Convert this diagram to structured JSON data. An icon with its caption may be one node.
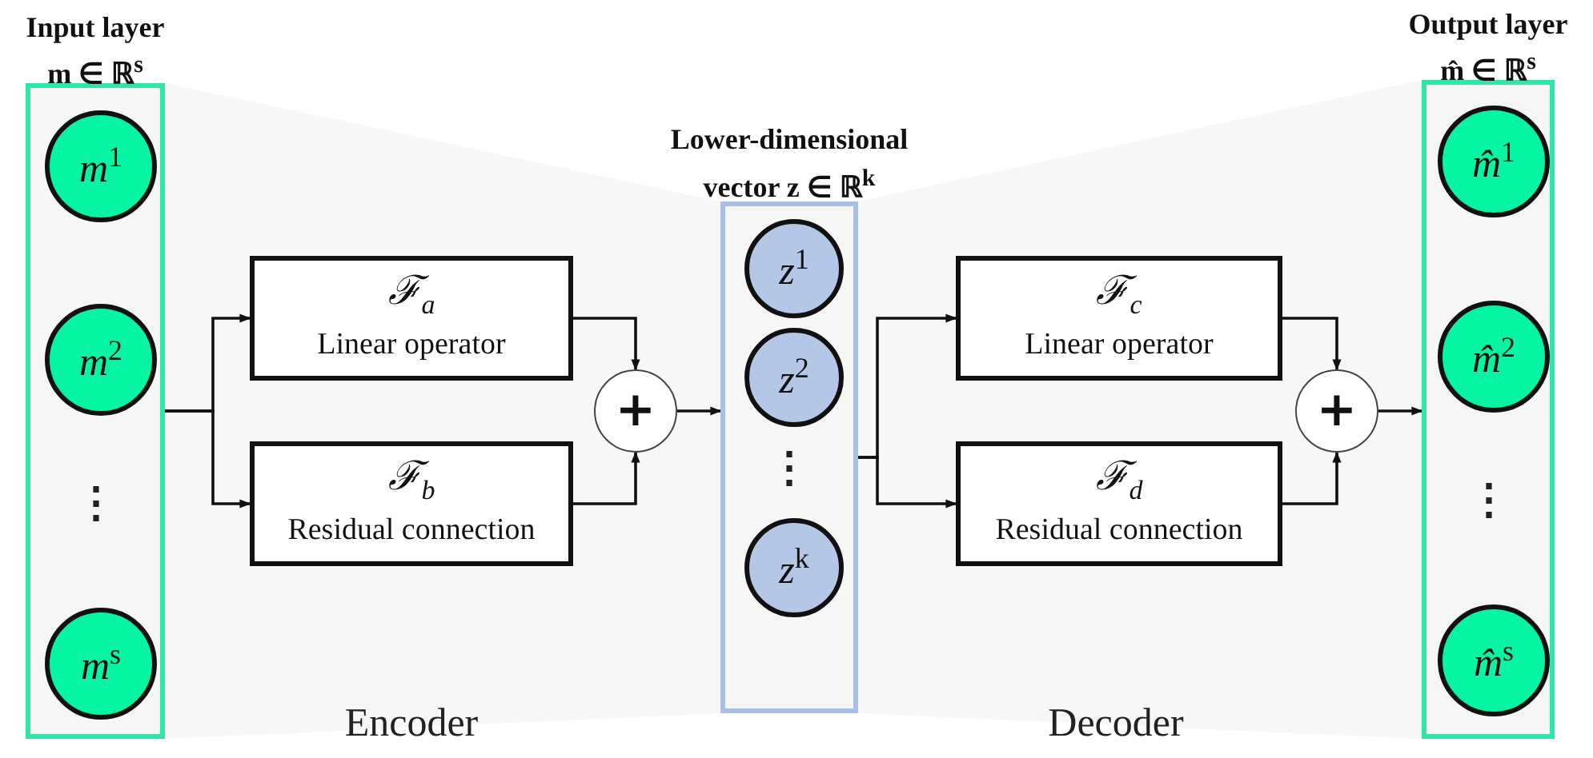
{
  "diagram": {
    "nodes": [
      {
        "text": [
          "Input layer",
          "m ∈ ℝ$^{s}$"
        ]
      },
      {
        "text": [
          "m$^{1}$"
        ],
        "in": 0
      },
      {
        "text": [
          "m$^{2}$"
        ],
        "in": 0
      },
      {
        "text": [
          "m$^{s}$"
        ],
        "in": 0
      },
      {
        "text": [
          "ℱ$_{a}$",
          "Linear operator"
        ]
      },
      {
        "text": [
          "ℱ$_{b}$",
          "Residual connection"
        ]
      },
      {
        "text": [
          "+"
        ]
      },
      {
        "text": [
          "Lower-dimensional vector z ∈ ℝ$^{k}$"
        ]
      },
      {
        "text": [
          "z$^{1}$"
        ],
        "in": 7
      },
      {
        "text": [
          "z$^{2}$"
        ],
        "in": 7
      },
      {
        "text": [
          "z$^{k}$"
        ],
        "in": 7
      },
      {
        "text": [
          "ℱ$_{c}$",
          "Linear operator"
        ]
      },
      {
        "text": [
          "ℱ$_{d}$",
          "Residual connection"
        ]
      },
      {
        "text": [
          "+"
        ]
      },
      {
        "text": [
          "Output layer",
          "m̂ ∈ ℝ$^{s}$"
        ]
      },
      {
        "text": [
          "m̂$^{1}$"
        ],
        "in": 14
      },
      {
        "text": [
          "m̂$^{2}$"
        ],
        "in": 14
      },
      {
        "text": [
          "m̂$^{s}$"
        ],
        "in": 14
      }
    ],
    "edges": [
      {
        "from": 0,
        "to": 4,
        "arrow": "to"
      },
      {
        "from": 0,
        "to": 5,
        "arrow": "to"
      },
      {
        "from": 4,
        "to": 6,
        "arrow": "to"
      },
      {
        "from": 5,
        "to": 6,
        "arrow": "to"
      },
      {
        "from": 6,
        "to": 7,
        "arrow": "to"
      },
      {
        "from": 7,
        "to": 11,
        "arrow": "to"
      },
      {
        "from": 7,
        "to": 12,
        "arrow": "to"
      },
      {
        "from": 11,
        "to": 13,
        "arrow": "to"
      },
      {
        "from": 12,
        "to": 13,
        "arrow": "to"
      },
      {
        "from": 13,
        "to": 14,
        "arrow": "to"
      }
    ],
    "labels": [
      "⋮",
      "⋮",
      "⋮",
      "Encoder",
      "Decoder"
    ]
  }
}
